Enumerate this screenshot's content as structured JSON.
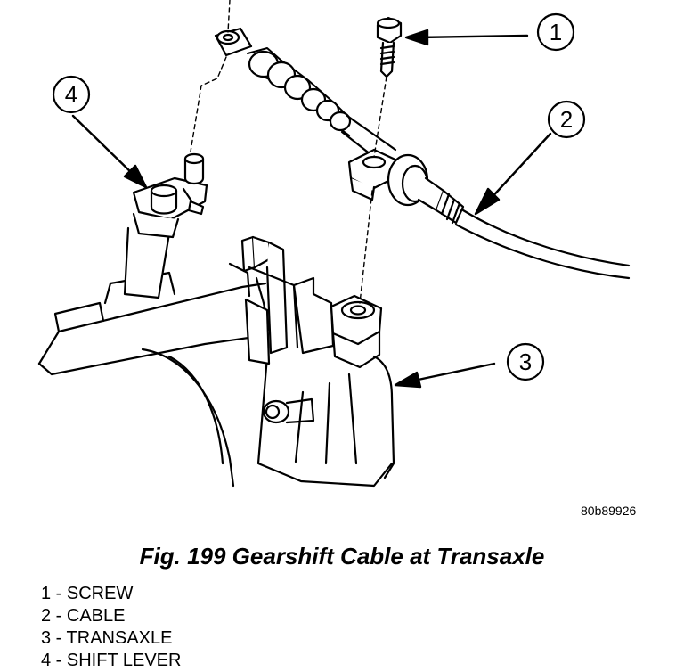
{
  "figure": {
    "callouts": [
      "1",
      "2",
      "3",
      "4"
    ],
    "reference_code": "80b89926",
    "caption": "Fig. 199 Gearshift Cable at Transaxle",
    "legend": [
      "1 - SCREW",
      "2 - CABLE",
      "3 - TRANSAXLE",
      "4 - SHIFT LEVER"
    ]
  }
}
